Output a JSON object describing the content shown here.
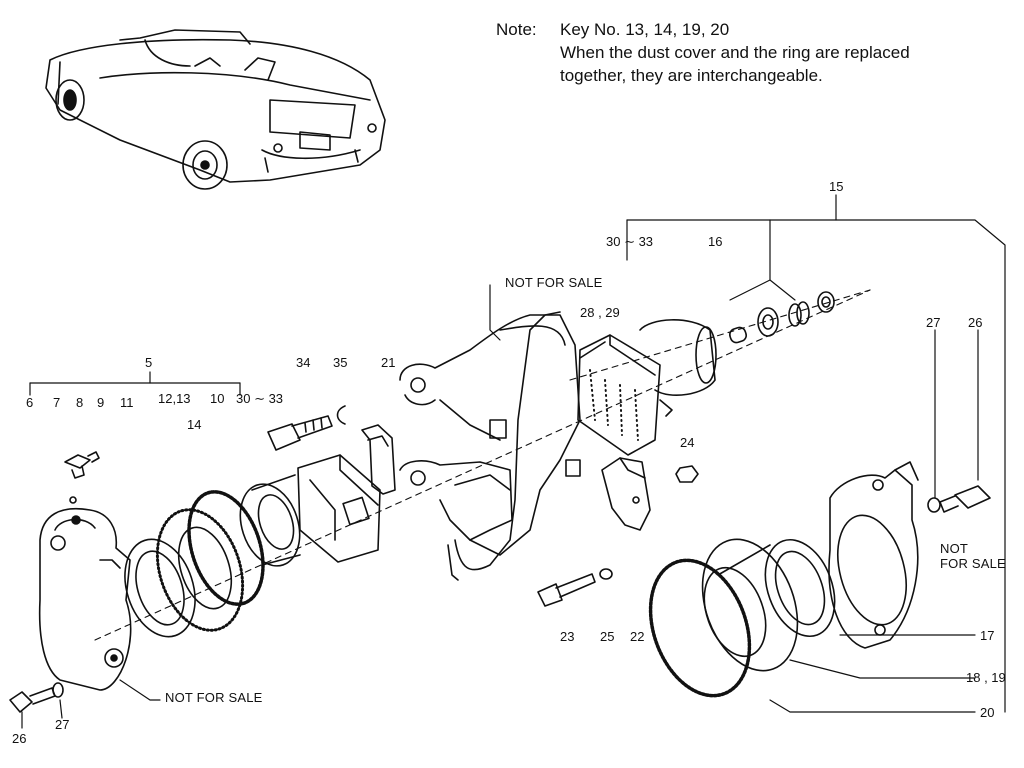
{
  "note": {
    "label": "Note:",
    "line1": "Key No. 13, 14, 19, 20",
    "line2": "When the dust cover and the ring are replaced",
    "line3": "together, they are interchangeable."
  },
  "labels": {
    "k15": "15",
    "k30_33_top": "30 ∼ 33",
    "k16": "16",
    "k28_29": "28 , 29",
    "k27_right": "27",
    "k26_right": "26",
    "k5": "5",
    "k6": "6",
    "k7": "7",
    "k8": "8",
    "k9": "9",
    "k11": "11",
    "k12_13": "12,13",
    "k14": "14",
    "k10": "10",
    "k30_33_left": "30 ∼ 33",
    "k34": "34",
    "k35": "35",
    "k21": "21",
    "k24": "24",
    "k23": "23",
    "k25": "25",
    "k22": "22",
    "k17": "17",
    "k18_19": "18 , 19",
    "k20": "20",
    "k26_left": "26",
    "k27_left": "27"
  },
  "not_for_sale": {
    "top": "NOT FOR SALE",
    "right_line1": "NOT",
    "right_line2": "FOR SALE",
    "bottom": "NOT FOR SALE"
  }
}
